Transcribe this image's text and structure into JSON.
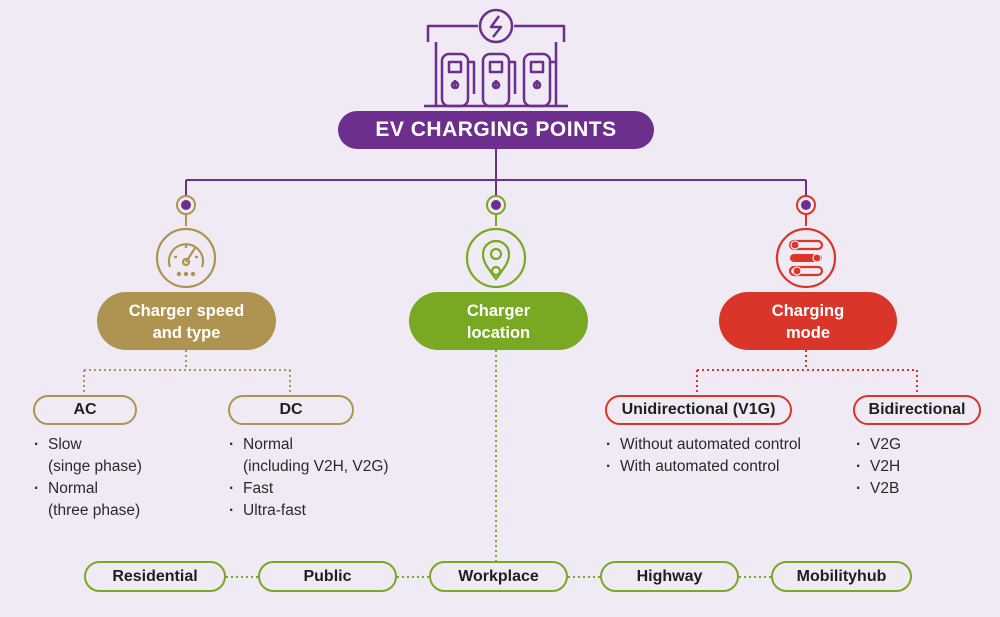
{
  "title": "EV CHARGING POINTS",
  "icons": {
    "top": "charging-station-icon",
    "speed": "speedometer-icon",
    "location": "location-pin-icon",
    "mode": "toggle-switches-icon"
  },
  "colors": {
    "purple": "#6d2f8d",
    "gold": "#ae9450",
    "green": "#79a923",
    "red": "#d93529",
    "background": "#efeaf3"
  },
  "categories": {
    "speed": {
      "label": "Charger speed\nand type",
      "options": [
        {
          "label": "AC",
          "items": [
            "Slow\n(singe phase)",
            "Normal\n(three phase)"
          ]
        },
        {
          "label": "DC",
          "items": [
            "Normal\n(including V2H, V2G)",
            "Fast",
            "Ultra-fast"
          ]
        }
      ]
    },
    "location": {
      "label": "Charger\nlocation",
      "places": [
        "Residential",
        "Public",
        "Workplace",
        "Highway",
        "Mobilityhub"
      ]
    },
    "mode": {
      "label": "Charging\nmode",
      "options": [
        {
          "label": "Unidirectional (V1G)",
          "items": [
            "Without automated control",
            "With automated control"
          ]
        },
        {
          "label": "Bidirectional",
          "items": [
            "V2G",
            "V2H",
            "V2B"
          ]
        }
      ]
    }
  }
}
